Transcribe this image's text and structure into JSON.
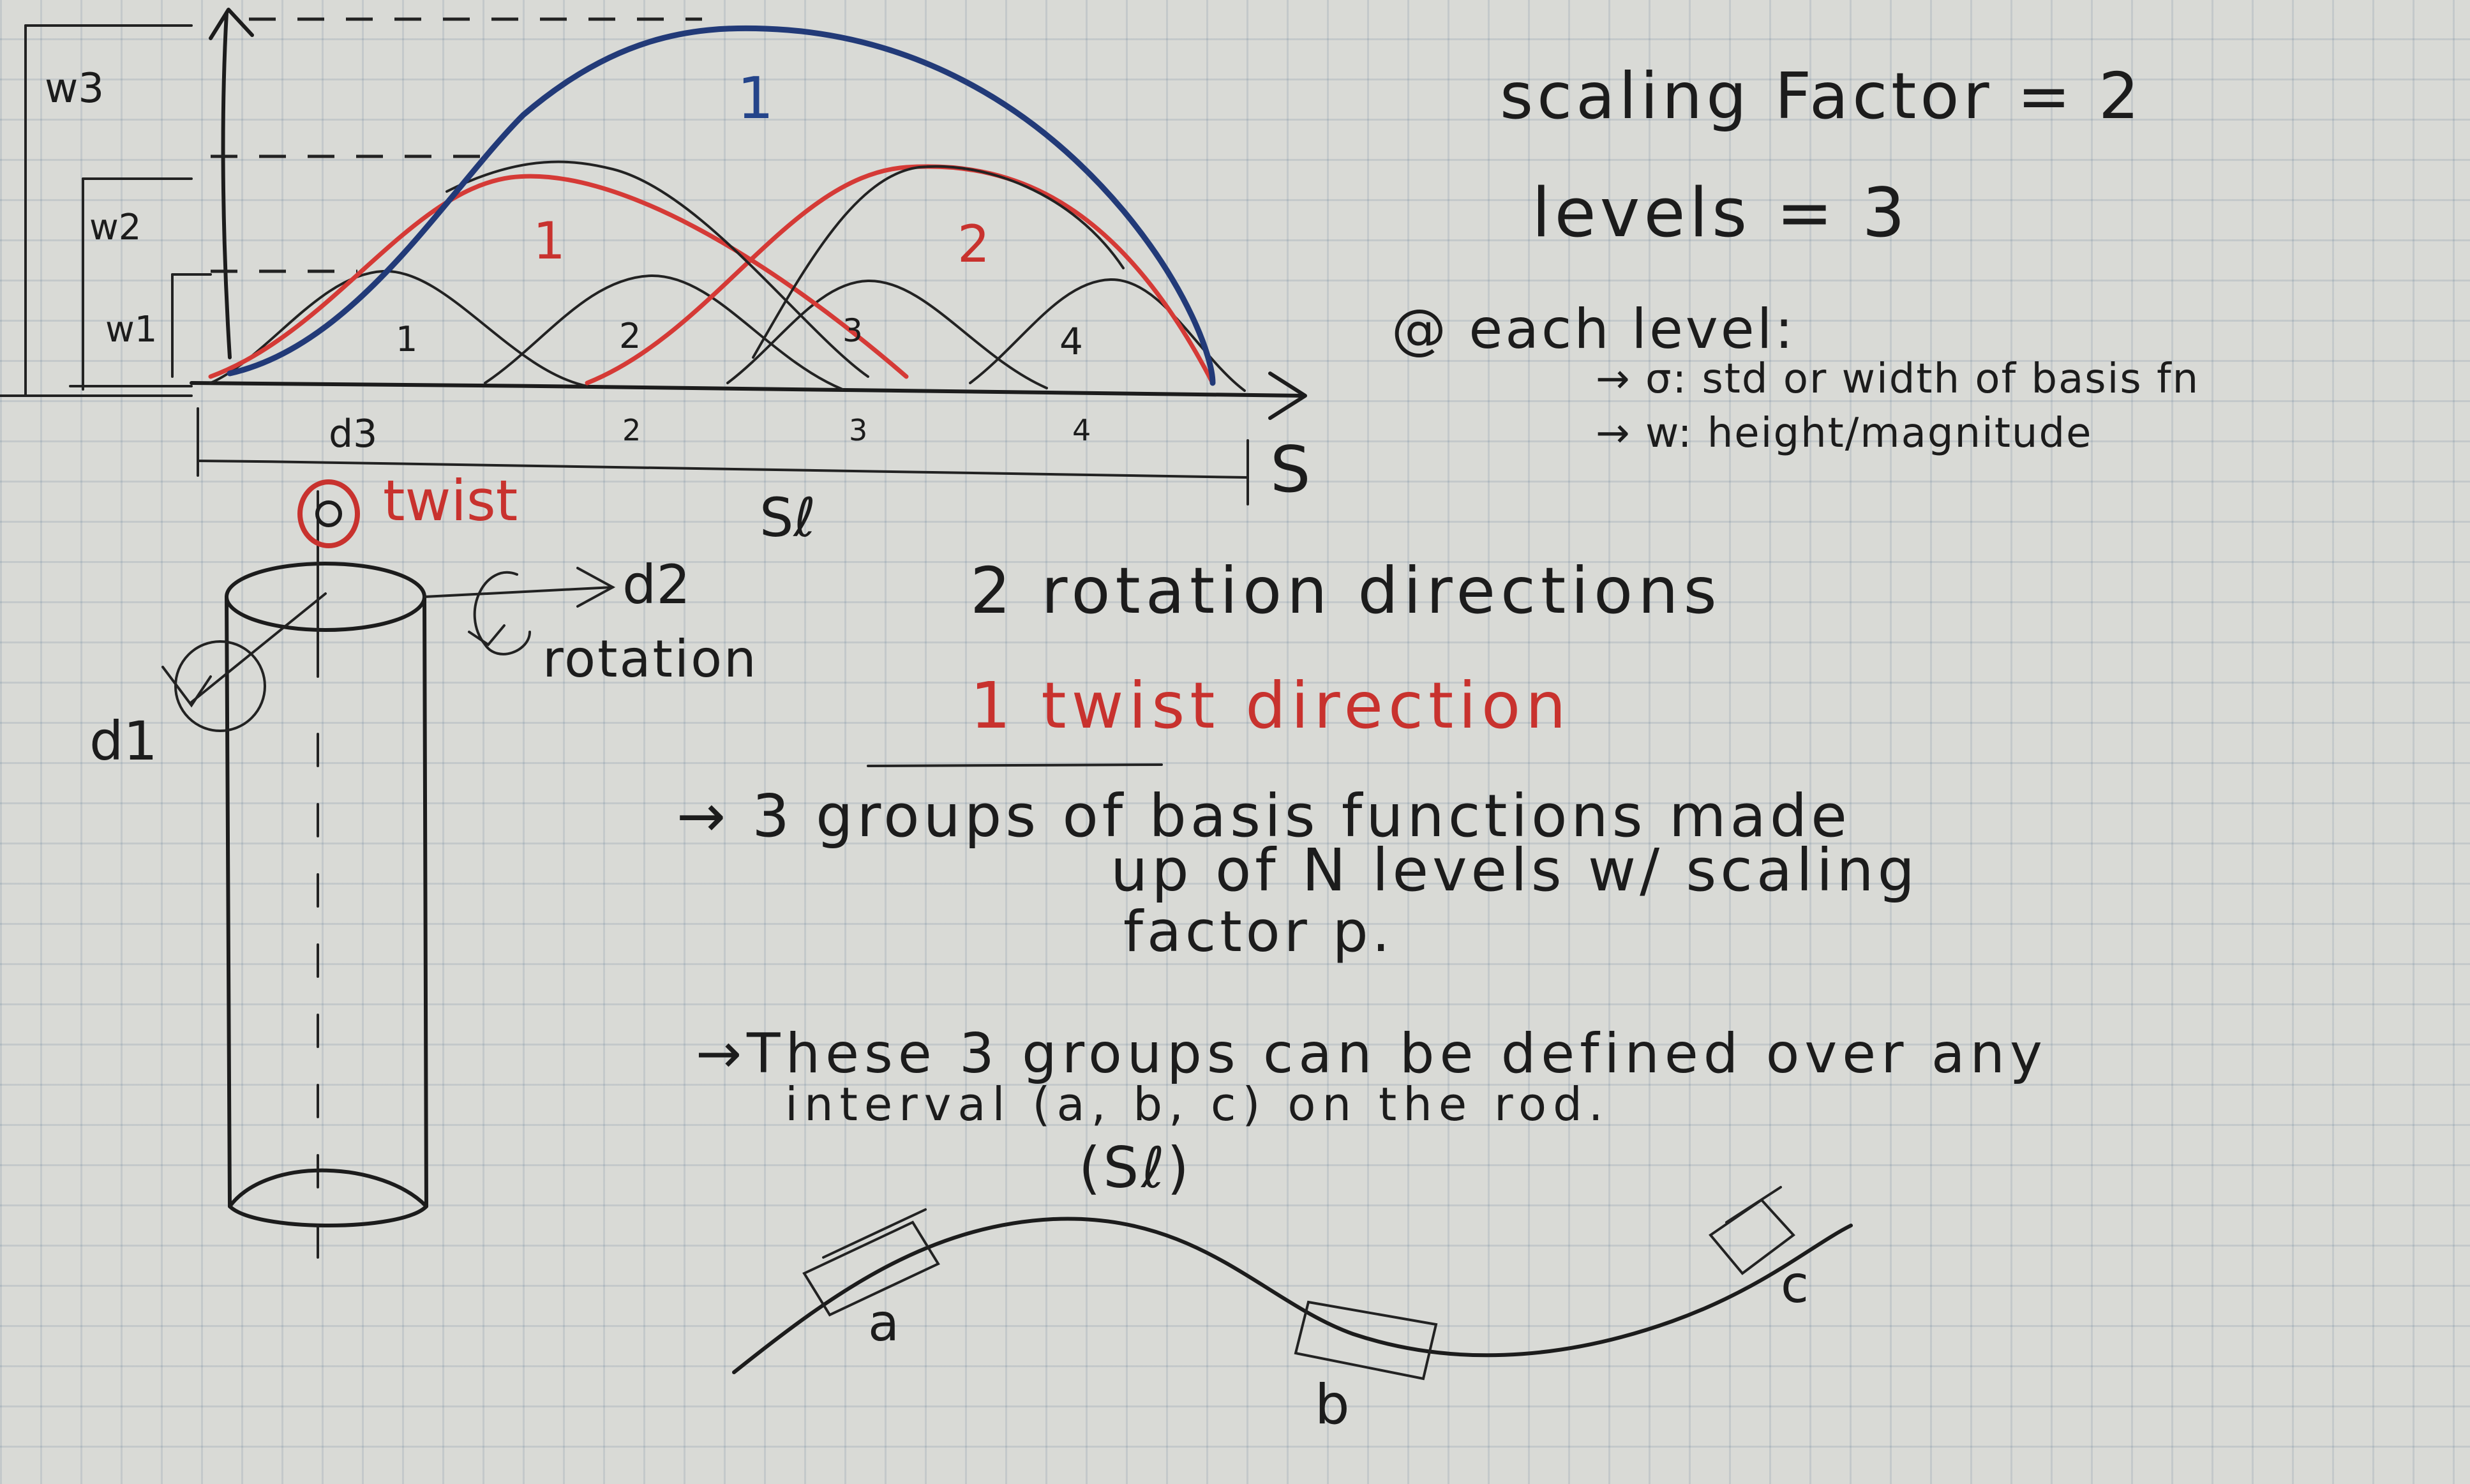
{
  "graph": {
    "w3": "w3",
    "w2": "w2",
    "w1": "w1",
    "blue_label": "1",
    "red_labels": [
      "1",
      "2"
    ],
    "black_labels": [
      "1",
      "2",
      "3",
      "4"
    ],
    "d3": "d3",
    "tick_marks": [
      "2",
      "3",
      "4"
    ],
    "s_axis": "S",
    "sl": "Sℓ"
  },
  "notes": {
    "scaling": "scaling Factor = 2",
    "levels": "levels = 3",
    "each_level": "@ each level:",
    "sigma": "→ σ: std or width of basis fn",
    "w": "→ w: height/magnitude"
  },
  "cylinder": {
    "twist": "twist",
    "d2": "d2",
    "rotation": "rotation",
    "d1": "d1"
  },
  "summary": {
    "rotation_dirs": "2 rotation directions",
    "twist_dir": "1 twist direction",
    "groups_line1": "→  3 groups of basis functions made",
    "groups_line2": "up of N levels w/ scaling",
    "groups_line3": "factor p.",
    "interval_line1": "→These 3 groups can be defined over any",
    "interval_line2": "interval (a, b, c) on the rod.",
    "interval_line3": "(Sℓ)"
  },
  "rod": {
    "a": "a",
    "b": "b",
    "c": "c"
  },
  "colors": {
    "ink": "#1c1c1c",
    "red": "#c8322e",
    "blue": "#24448a",
    "paper": "#d9dad6",
    "grid": "#9fb2c4"
  }
}
